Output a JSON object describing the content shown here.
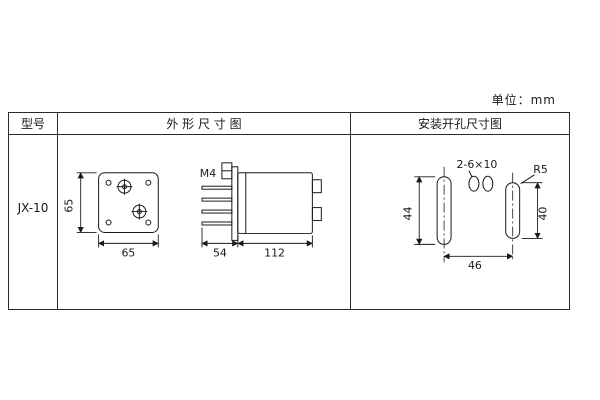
{
  "unit_label": "单位：mm",
  "table": {
    "headers": {
      "model": "型号",
      "outline": "外 形 尺 寸 图",
      "mounting": "安装开孔尺寸图"
    },
    "model": "JX-10"
  },
  "outline": {
    "front": {
      "width": "65",
      "height": "65"
    },
    "side": {
      "thread": "M4",
      "pin_length": "54",
      "body_length": "112"
    }
  },
  "mounting": {
    "slots_label": "2-6×10",
    "radius_label": "R5",
    "left_height": "44",
    "right_height": "40",
    "spacing": "46"
  }
}
